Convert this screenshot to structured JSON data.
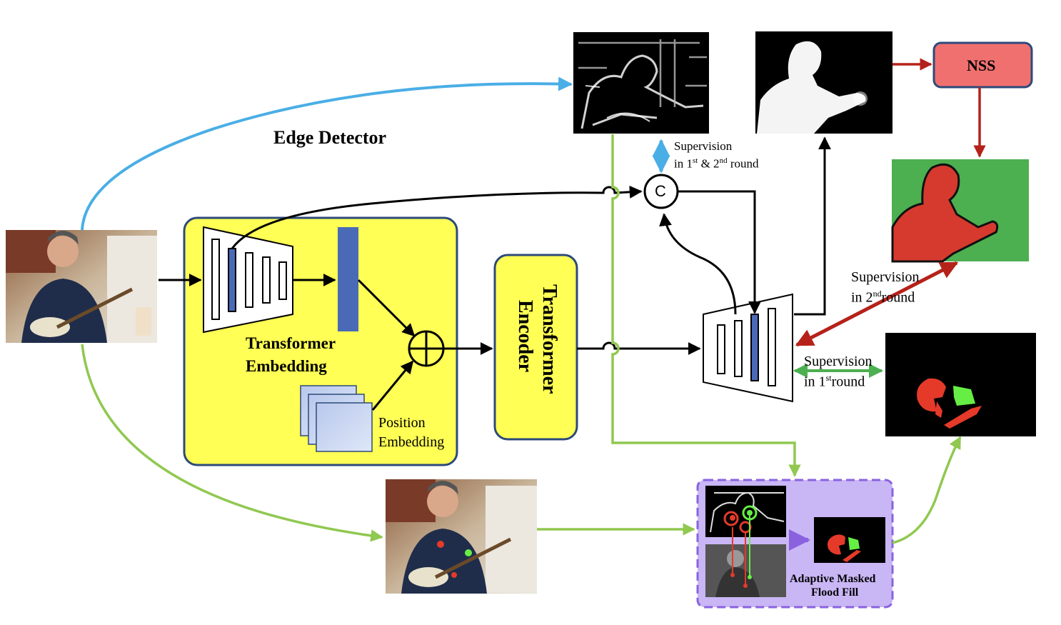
{
  "labels": {
    "edge_detector": "Edge Detector",
    "transformer_embedding_line1": "Transformer",
    "transformer_embedding_line2": "Embedding",
    "position_line1": "Position",
    "position_line2": "Embedding",
    "transformer_encoder_line1": "Transformer",
    "transformer_encoder_line2": "Encoder",
    "concat_symbol": "C",
    "nss": "NSS",
    "sup_edge_line1": "Supervision",
    "sup_edge_line2_pre": "in 1",
    "sup_edge_sup1": "st",
    "sup_edge_mid": " & 2",
    "sup_edge_sup2": "nd",
    "sup_edge_post": " round",
    "sup2_line1": "Supervision",
    "sup2_line2_pre": "in 2",
    "sup2_sup": "nd",
    "sup2_post": "round",
    "sup1_line1": "Supervision",
    "sup1_line2_pre": "in 1",
    "sup1_sup": "st",
    "sup1_post": "round",
    "amff_line1": "Adaptive Masked",
    "amff_line2": "Flood Fill"
  },
  "colors": {
    "edge_arrow": "#4aaee6",
    "green_arrow": "#90c850",
    "red_arrow": "#b5221a",
    "embedding_panel": "#ffff55",
    "panel_border": "#2d4a7a",
    "token_blue": "#4a6ab8",
    "nss_box": "#f07070",
    "mask_green": "#4caf50",
    "mask_red": "#d63a2f",
    "amff_panel": "#c9b6f5",
    "amff_border": "#8a62e0"
  },
  "icons": {
    "input_image": "photo-man-banjo",
    "edge_map": "edge-map-image",
    "saliency_map": "saliency-map-image",
    "pseudo_label": "two-class-mask-image",
    "sparse_label": "sparse-mask-image",
    "scribble_image": "photo-with-point-annotations"
  }
}
